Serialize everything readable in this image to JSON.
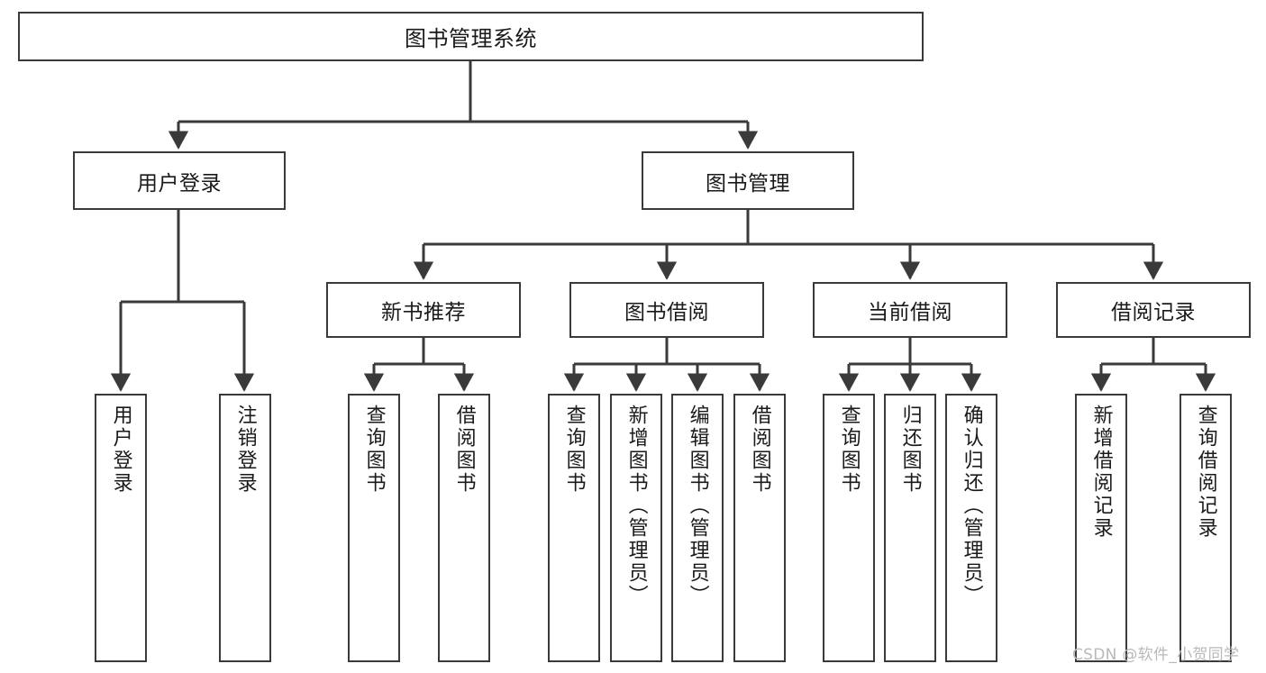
{
  "diagram": {
    "type": "tree-hierarchy-chart",
    "title": "图书管理系统",
    "watermark": "CSDN @软件_小贺同学",
    "colors": {
      "box_border": "#3a3a3a",
      "box_fill": "#ffffff",
      "edge": "#3a3a3a",
      "text": "#1a1a1a",
      "watermark": "#b9b9b9",
      "background": "#ffffff"
    },
    "nodes": {
      "root": {
        "label": "图书管理系统"
      },
      "level2": [
        {
          "id": "user-login",
          "label": "用户登录"
        },
        {
          "id": "book-manage",
          "label": "图书管理"
        }
      ],
      "level3": [
        {
          "id": "new-book-recommend",
          "label": "新书推荐"
        },
        {
          "id": "book-borrow",
          "label": "图书借阅"
        },
        {
          "id": "current-borrow",
          "label": "当前借阅"
        },
        {
          "id": "borrow-record",
          "label": "借阅记录"
        }
      ],
      "leaves": {
        "user-login": [
          {
            "id": "leaf-user-login",
            "label": "用户登录"
          },
          {
            "id": "leaf-logout-login",
            "label": "注销登录"
          }
        ],
        "new-book-recommend": [
          {
            "id": "leaf-query-book-1",
            "label": "查询图书"
          },
          {
            "id": "leaf-borrow-book-1",
            "label": "借阅图书"
          }
        ],
        "book-borrow": [
          {
            "id": "leaf-query-book-2",
            "label": "查询图书"
          },
          {
            "id": "leaf-add-book",
            "label": "新增图书（管理员）"
          },
          {
            "id": "leaf-edit-book",
            "label": "编辑图书（管理员）"
          },
          {
            "id": "leaf-borrow-book-2",
            "label": "借阅图书"
          }
        ],
        "current-borrow": [
          {
            "id": "leaf-query-book-3",
            "label": "查询图书"
          },
          {
            "id": "leaf-return-book",
            "label": "归还图书"
          },
          {
            "id": "leaf-confirm-return",
            "label": "确认归还（管理员）"
          }
        ],
        "borrow-record": [
          {
            "id": "leaf-add-record",
            "label": "新增借阅记录"
          },
          {
            "id": "leaf-query-record",
            "label": "查询借阅记录"
          }
        ]
      }
    }
  }
}
